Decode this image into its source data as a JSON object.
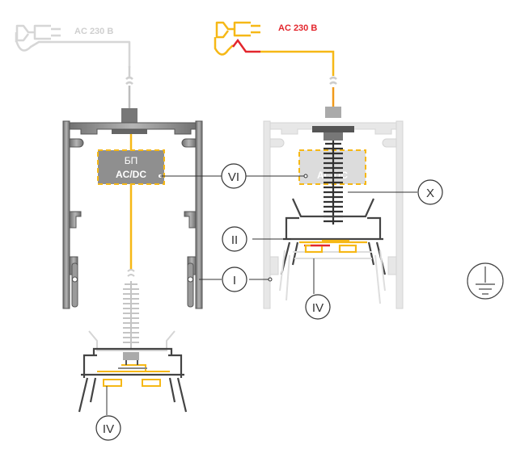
{
  "power_left": {
    "label": "AC 230 B"
  },
  "power_right": {
    "label": "AC 230 B"
  },
  "psu": {
    "line1": "БП",
    "line2": "AC/DC",
    "ghost_line2": "AC/DC"
  },
  "callouts": {
    "vi": "VI",
    "x": "X",
    "ii": "II",
    "i": "I",
    "iv_right": "IV",
    "iv_bottom": "IV"
  },
  "colors": {
    "profile": "#8c8c8c",
    "profile_dark": "#555555",
    "ghost": "#d9d9d9",
    "wire_yellow": "#f6b816",
    "wire_red": "#e3262d",
    "wire_orange": "#f09a1a",
    "psu_fill": "#8f8f8f",
    "callout_line": "#333333"
  },
  "icons": {
    "ground": "ground-symbol-icon",
    "plug": "plug-icon",
    "spring": "spring-icon"
  }
}
